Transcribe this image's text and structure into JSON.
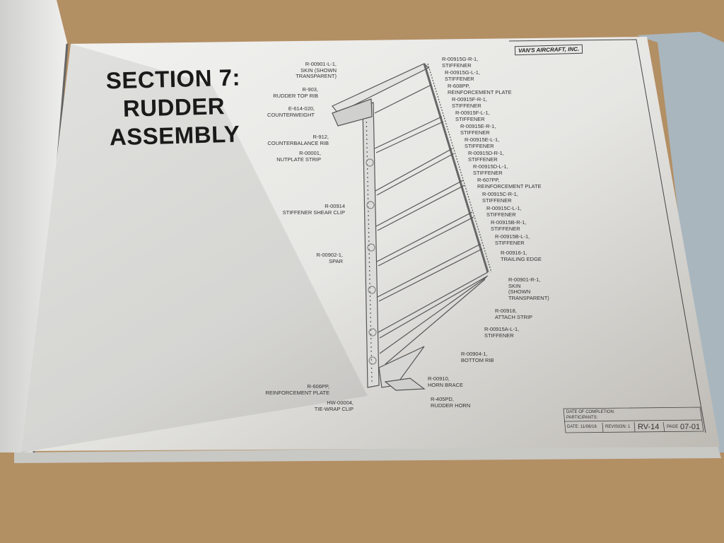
{
  "title": {
    "line1": "SECTION 7:",
    "line2": "RUDDER",
    "line3": "ASSEMBLY"
  },
  "brand": "VAN'S AIRCRAFT, INC.",
  "callouts_left": [
    {
      "part": "R-00901-L-1,",
      "desc": "SKIN (SHOWN",
      "desc2": "TRANSPARENT)"
    },
    {
      "part": "R-903,",
      "desc": "RUDDER TOP RIB"
    },
    {
      "part": "E-614-020,",
      "desc": "COUNTERWEIGHT"
    },
    {
      "part": "R-912,",
      "desc": "COUNTERBALANCE RIB"
    },
    {
      "part": "R-00001,",
      "desc": "NUTPLATE STRIP"
    },
    {
      "part": "R-00914",
      "desc": "STIFFENER SHEAR CLIP"
    },
    {
      "part": "R-00902-1,",
      "desc": "SPAR"
    },
    {
      "part": "R-606PP,",
      "desc": "REINFORCEMENT PLATE"
    },
    {
      "part": "HW-00004,",
      "desc": "TIE-WRAP CLIP"
    }
  ],
  "callouts_right": [
    {
      "part": "R-00915G-R-1,",
      "desc": "STIFFENER"
    },
    {
      "part": "R-00915G-L-1,",
      "desc": "STIFFENER"
    },
    {
      "part": "R-608PP,",
      "desc": "REINFORCEMENT PLATE"
    },
    {
      "part": "R-00915F-R-1,",
      "desc": "STIFFENER"
    },
    {
      "part": "R-00915F-L-1,",
      "desc": "STIFFENER"
    },
    {
      "part": "R-00915E-R-1,",
      "desc": "STIFFENER"
    },
    {
      "part": "R-00915E-L-1,",
      "desc": "STIFFENER"
    },
    {
      "part": "R-00915D-R-1,",
      "desc": "STIFFENER"
    },
    {
      "part": "R-00915D-L-1,",
      "desc": "STIFFENER"
    },
    {
      "part": "R-607PP,",
      "desc": "REINFORCEMENT PLATE"
    },
    {
      "part": "R-00915C-R-1,",
      "desc": "STIFFENER"
    },
    {
      "part": "R-00915C-L-1,",
      "desc": "STIFFENER"
    },
    {
      "part": "R-00915B-R-1,",
      "desc": "STIFFENER"
    },
    {
      "part": "R-00915B-L-1,",
      "desc": "STIFFENER"
    },
    {
      "part": "R-00916-1,",
      "desc": "TRAILING EDGE"
    },
    {
      "part": "R-00901-R-1,",
      "desc": "SKIN",
      "desc2": "(SHOWN",
      "desc3": "TRANSPARENT)"
    },
    {
      "part": "R-00918,",
      "desc": "ATTACH STRIP"
    },
    {
      "part": "R-00915A-L-1,",
      "desc": "STIFFENER"
    },
    {
      "part": "R-00904-1,",
      "desc": "BOTTOM RIB"
    },
    {
      "part": "R-00910,",
      "desc": "HORN BRACE"
    },
    {
      "part": "R-405PD,",
      "desc": "RUDDER HORN"
    }
  ],
  "title_block": {
    "date_of_completion": "DATE OF COMPLETION:",
    "participants": "PARTICIPANTS:",
    "date": "DATE: 11/08/16",
    "revision": "REVISION: 1",
    "model": "RV-14",
    "page_label": "PAGE",
    "page": "07-01"
  }
}
